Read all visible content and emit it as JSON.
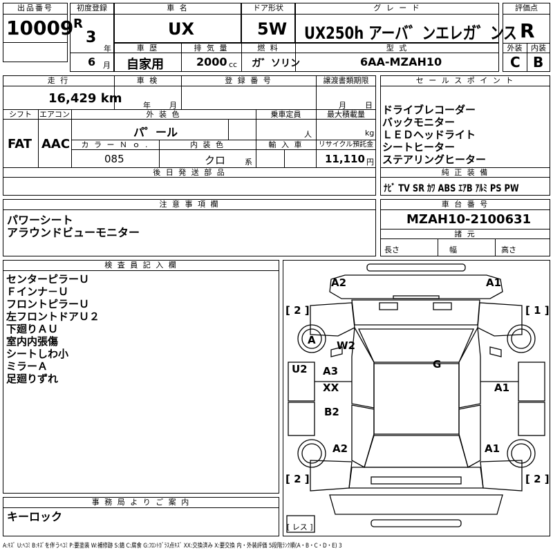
{
  "header": {
    "lot_no_label": "出品番号",
    "lot_no": "10009",
    "reg_label": "初度登録",
    "era": "R",
    "reg_year": "3",
    "year_unit": "年",
    "reg_month": "6",
    "month_unit": "月",
    "name_label": "車 名",
    "name": "UX",
    "door_label": "ドア形状",
    "door": "5W",
    "grade_label": "グ レ ー ド",
    "grade": "UX250h アーバ゛ンエレガ゛ンス",
    "score_label": "評価点",
    "score": "R",
    "history_label": "車 歴",
    "history": "自家用",
    "displacement_label": "排 気 量",
    "displacement": "2000",
    "displacement_unit": "cc",
    "fuel_label": "燃 料",
    "fuel": "ガ゛ソリン",
    "model_label": "型 式",
    "model": "6AA-MZAH10",
    "ext_label": "外装",
    "ext": "C",
    "int_label": "内装",
    "int": "B"
  },
  "row2": {
    "mileage_label": "走 行",
    "mileage": "16,429 km",
    "inspect_label": "車 検",
    "year_unit": "年",
    "month_unit": "月",
    "regno_label": "登 録 番 号",
    "transfer_label": "譲渡書類期限",
    "month_unit2": "月",
    "day_unit": "日",
    "sales_label": "セ ー ル ス ポ イ ン ト",
    "sales_points": [
      "ドライブレコーダー",
      "バックモニター",
      "ＬＥＤヘッドライト",
      "シートヒーター",
      "ステアリングヒーター"
    ],
    "shift_label": "シフト",
    "shift": "FAT",
    "ac_label": "エアコン",
    "ac": "AAC",
    "color_label": "外 装 色",
    "color": "パ゜ール",
    "capacity_label": "乗車定員",
    "capacity_unit": "人",
    "load_label": "最大積載量",
    "load_unit": "kg",
    "color_no_label": "カ ラ ー Ｎ ｏ .",
    "color_no": "085",
    "interior_label": "内 装 色",
    "interior": "クロ",
    "interior_unit": "系",
    "import_label": "輸 入 車",
    "recycle_label": "リサイクル預託金",
    "recycle": "11,110",
    "recycle_unit": "円",
    "later_label": "後 日 発 送 部 品",
    "equip_label": "純 正 装 備",
    "equip": "ﾅﾋﾞ  TV  SR  ｶﾜ  ABS  ｴｱB  ｱﾙﾐ  PS  PW"
  },
  "notes": {
    "label": "注 意 事 項 欄",
    "items": [
      "パワーシート",
      "アラウンドビューモニター"
    ]
  },
  "chassis": {
    "label": "車 台 番 号",
    "value": "MZAH10-2100631",
    "spec_label": "諸 元",
    "length": "長さ",
    "width": "幅",
    "height": "高さ"
  },
  "inspector": {
    "label": "検 査 員 記 入 欄",
    "items": [
      "センターピラーＵ",
      "Ｆインナ－Ｕ",
      "フロントピラーＵ",
      "左フロントドアＵ２",
      "下廻りＡＵ",
      "室内内張傷",
      "シートしわ小",
      "ミラーＡ",
      "足廻りずれ"
    ]
  },
  "map": {
    "left_front": "A2",
    "right_front": "A1",
    "bracket_lf": "[ 2 ]",
    "bracket_rf": "[ 1 ]",
    "wheel_lf": "A",
    "w2": "W2",
    "glass": "G",
    "u2": "U2",
    "a3": "A3",
    "xx": "XX",
    "b2": "B2",
    "a1_side": "A1",
    "left_rear": "A2",
    "right_rear": "A1",
    "bracket_lr": "[ 2 ]",
    "bracket_rr": "[ 2 ]",
    "spare": "[ レス ]"
  },
  "office": {
    "label": "事 務 局 よ り ご 案 内",
    "items": [
      "キーロック"
    ]
  },
  "legend": "A:ｷｽﾞ  U:ﾍｺﾐ  B:ｷｽﾞを伴うﾍｺﾐ  P:要塗装  W:補修跡  S:錆  C:腐食  G:ﾌﾛﾝﾄｶﾞﾗｽ点ｷｽﾞ  XX:交換済み  X:要交換   内・外装評価  5段階ﾗﾝｸ順(A・B・C・D・E) 3"
}
